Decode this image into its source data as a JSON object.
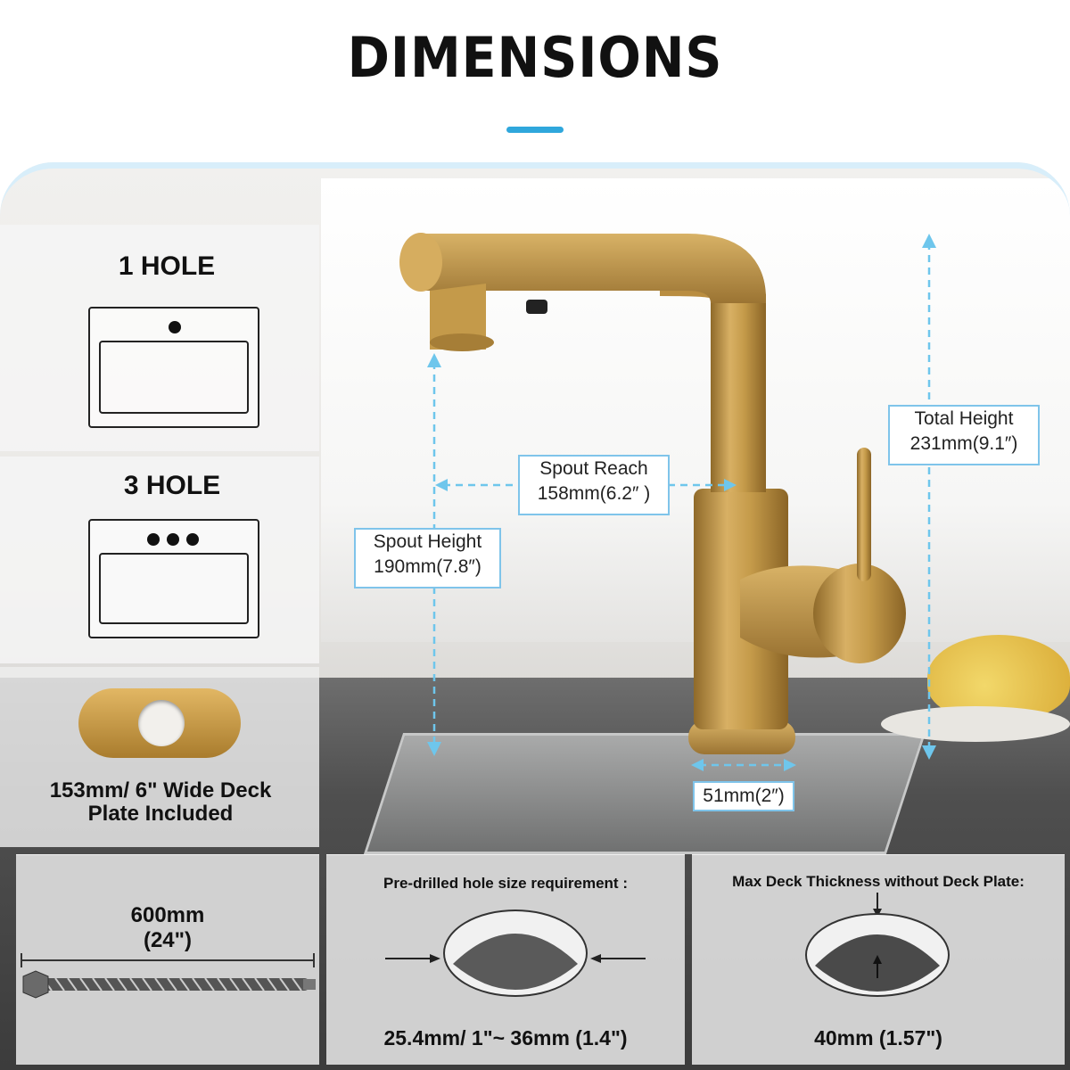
{
  "title": "DIMENSIONS",
  "colors": {
    "accent": "#2fa7dc",
    "dimension_line": "#6ec6ec",
    "faucet_gold": "#c9a14e"
  },
  "hole_options": [
    {
      "label": "1 HOLE"
    },
    {
      "label": "3 HOLE"
    }
  ],
  "deck_plate": {
    "line1": "153mm/ 6\" Wide Deck",
    "line2": "Plate Included"
  },
  "measurements": {
    "spout_reach": {
      "label": "Spout Reach",
      "value": "158mm(6.2″ )"
    },
    "spout_height": {
      "label": "Spout Height",
      "value": "190mm(7.8″)"
    },
    "total_height": {
      "label": "Total Height",
      "value": "231mm(9.1″)"
    },
    "base_width": {
      "value": "51mm(2″)"
    }
  },
  "hose": {
    "length_mm": "600mm",
    "length_in": "(24\")"
  },
  "hole_size": {
    "title": "Pre-drilled hole size requirement :",
    "value": "25.4mm/ 1\"~ 36mm (1.4\")"
  },
  "deck_thickness": {
    "title": "Max Deck Thickness without Deck Plate:",
    "value": "40mm (1.57\")"
  }
}
